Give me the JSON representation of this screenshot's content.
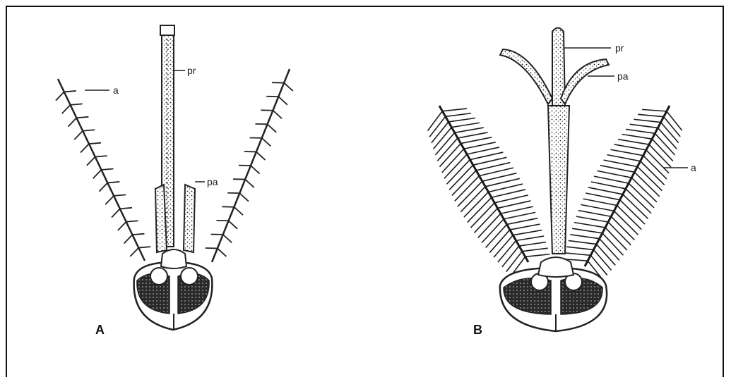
{
  "figure": {
    "panel_a": {
      "caption": "A",
      "labels": {
        "proboscis": "pr",
        "palp": "pa",
        "antenna": "a"
      }
    },
    "panel_b": {
      "caption": "B",
      "labels": {
        "proboscis": "pr",
        "palp": "pa",
        "antenna": "a"
      }
    }
  },
  "colors": {
    "ink": "#1a1a1a",
    "frame": "#111111",
    "background": "#ffffff"
  }
}
